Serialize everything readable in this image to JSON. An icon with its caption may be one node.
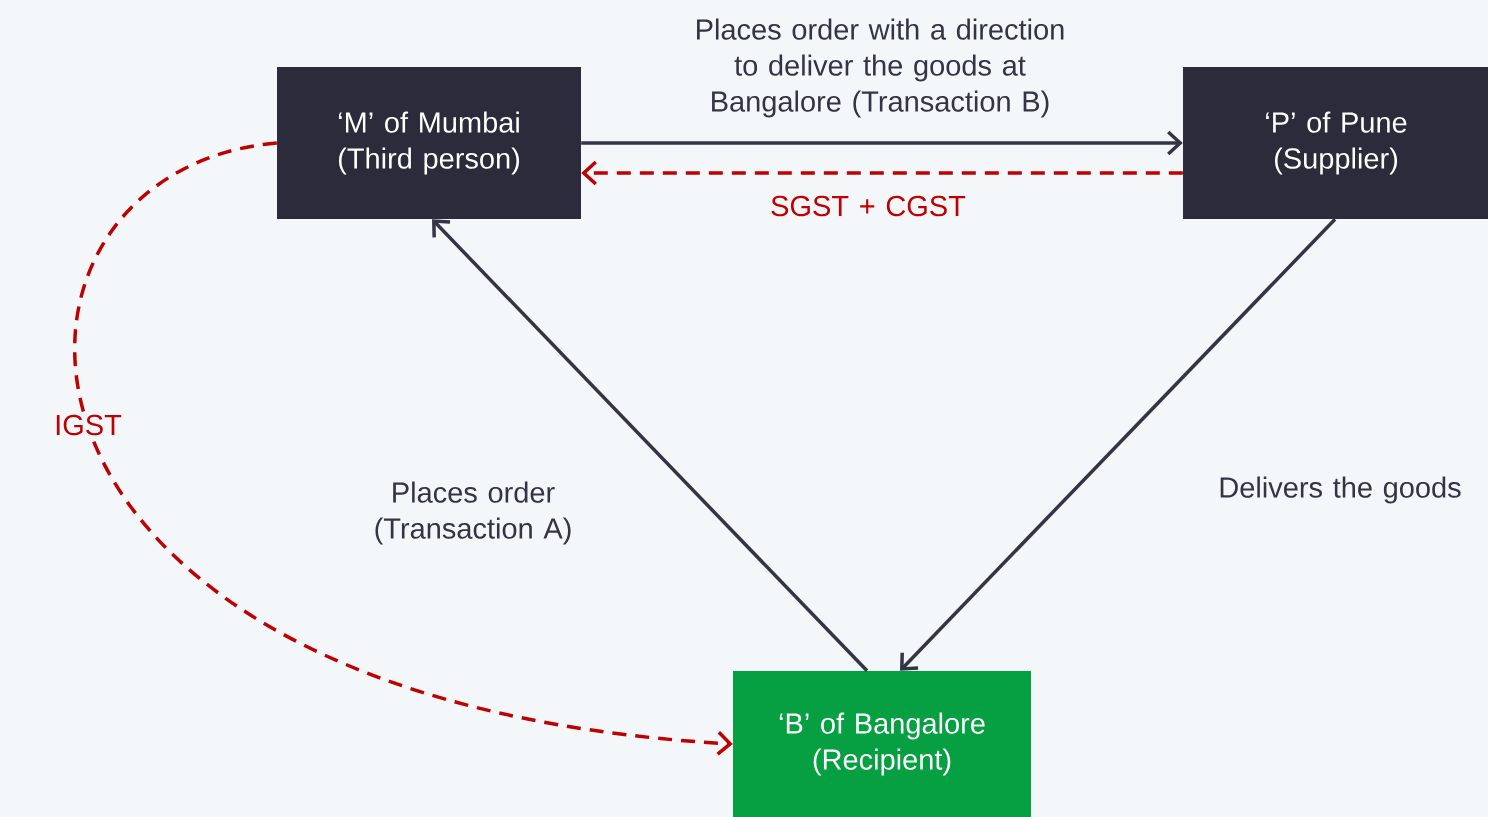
{
  "diagram": {
    "nodes": [
      {
        "text": [
          "‘M’ of Mumbai (Third person)"
        ]
      },
      {
        "text": [
          "‘P’ of Pune (Supplier)"
        ]
      },
      {
        "text": [
          "‘B’ of Bangalore (Recipient)"
        ]
      }
    ],
    "edges": [
      {
        "from": 0,
        "to": 1,
        "arrow": "to",
        "label": "Places order with a direction to deliver the goods at Bangalore (Transaction B)"
      },
      {
        "from": 1,
        "to": 0,
        "arrow": "to",
        "label": "SGST + CGST",
        "style": "dashed",
        "color": "#c00000"
      },
      {
        "from": 2,
        "to": 0,
        "arrow": "to",
        "label": "Places order (Transaction A)"
      },
      {
        "from": 1,
        "to": 2,
        "arrow": "to",
        "label": "Delivers the goods"
      },
      {
        "from": 0,
        "to": 2,
        "arrow": "to",
        "label": "IGST",
        "style": "dashed",
        "color": "#c00000"
      }
    ]
  }
}
